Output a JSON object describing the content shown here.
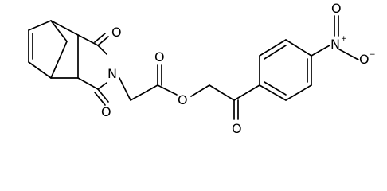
{
  "molecule": {
    "atoms": {
      "o_imide_top": "O",
      "o_imide_bottom": "O",
      "n_imide": "N",
      "o_ester_carbonyl": "O",
      "o_ester": "O",
      "o_ketone": "O",
      "n_nitro": "N",
      "n_nitro_charge": "+",
      "o_nitro_minus": "O",
      "o_nitro_minus_charge": "−",
      "o_nitro_double": "O"
    },
    "colors": {
      "bond": "#000000",
      "label": "#000000",
      "background": "#ffffff"
    }
  }
}
